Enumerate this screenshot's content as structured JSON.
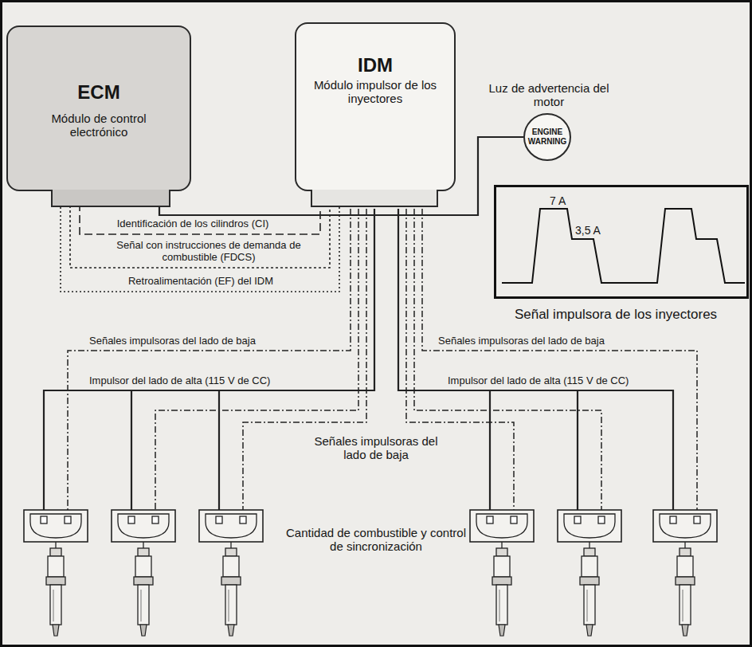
{
  "diagram": {
    "nodes": [
      {
        "text": [
          "ECM",
          "Módulo de control electrónico"
        ]
      },
      {
        "text": [
          "IDM",
          "Módulo impulsor de los inyectores"
        ]
      },
      {
        "text": [
          "Luz de advertencia del motor",
          "ENGINE WARNING"
        ]
      },
      {
        "text": [
          "7 A",
          "3,5 A",
          "Señal impulsora de los inyectores"
        ]
      }
    ],
    "edges": [
      {
        "from": 0,
        "to": 1,
        "label": "Identificación de los cilindros (CI)",
        "arrow": "none"
      },
      {
        "from": 0,
        "to": 1,
        "label": "Señal con instrucciones de demanda de combustible (FDCS)",
        "arrow": "none"
      },
      {
        "from": 0,
        "to": 1,
        "label": "Retroalimentación (EF) del IDM",
        "arrow": "none"
      },
      {
        "from": 0,
        "to": 2,
        "arrow": "none"
      }
    ],
    "labels": [
      "Señales impulsoras del lado de baja",
      "Señales impulsoras del lado de baja",
      "Impulsor del lado de alta (115 V de CC)",
      "Impulsor del lado de alta (115 V de CC)",
      "Señales impulsoras del lado de baja",
      "Cantidad de combustible y control de sincronización"
    ]
  }
}
